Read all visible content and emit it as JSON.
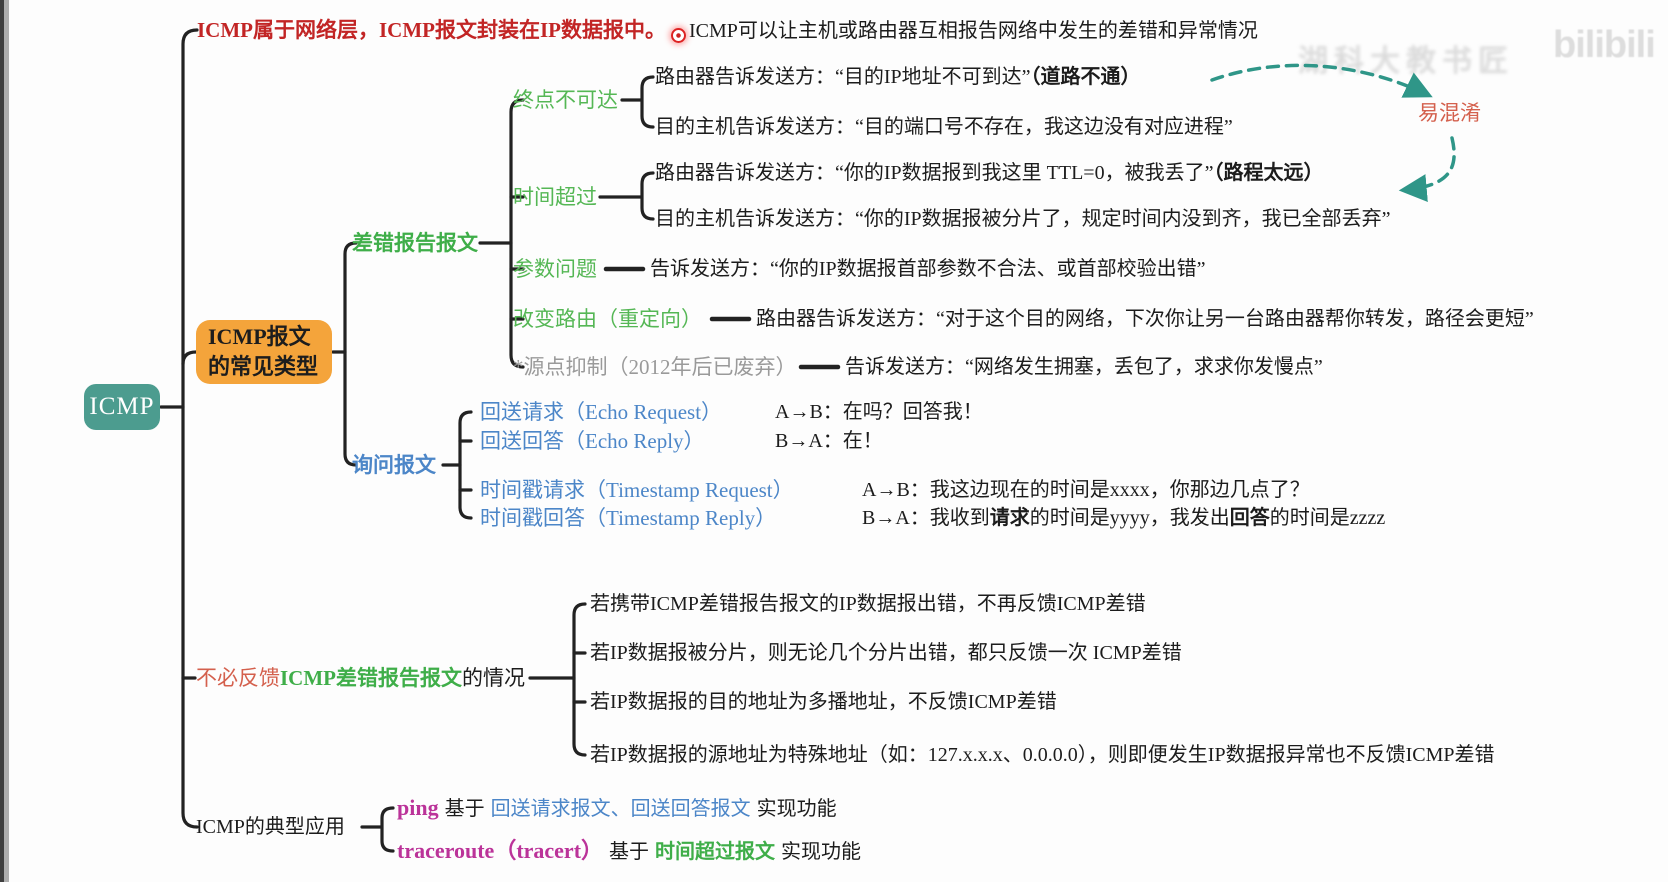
{
  "page": {
    "watermark_brand": "湖科大教书匠",
    "watermark_platform": "bilibili"
  },
  "root": {
    "label": "ICMP"
  },
  "intro": {
    "highlight": "ICMP属于网络层，ICMP报文封装在IP数据报中。",
    "note": "ICMP可以让主机或路由器互相报告网络中发生的差错和异常情况"
  },
  "types_box": {
    "line1": "ICMP报文",
    "line2": "的常见类型"
  },
  "error_branch": {
    "label": "差错报告报文",
    "confusion": "易混淆",
    "unreachable": {
      "label": "终点不可达",
      "router_text": "路由器告诉发送方：“目的IP地址不可到达”",
      "router_em": "（道路不通）",
      "host_text": "目的主机告诉发送方：“目的端口号不存在，我这边没有对应进程”"
    },
    "time_exceeded": {
      "label": "时间超过",
      "router_text": "路由器告诉发送方：“你的IP数据报到我这里 TTL=0，被我丢了”",
      "router_em": "（路程太远）",
      "host_text": "目的主机告诉发送方：“你的IP数据报被分片了，规定时间内没到齐，我已全部丢弃”"
    },
    "parameter": {
      "label": "参数问题",
      "desc": "告诉发送方：“你的IP数据报首部参数不合法、或首部校验出错”"
    },
    "redirect": {
      "label": "改变路由（重定向）",
      "desc": "路由器告诉发送方：“对于这个目的网络，下次你让另一台路由器帮你转发，路径会更短”"
    },
    "source_quench": {
      "label": "*源点抑制（2012年后已废弃）",
      "desc": "告诉发送方：“网络发生拥塞，丢包了，求求你发慢点”"
    }
  },
  "query_branch": {
    "label": "询问报文",
    "echo_request": {
      "label": "回送请求（Echo Request）",
      "dialog": "A→B：在吗？回答我！"
    },
    "echo_reply": {
      "label": "回送回答（Echo Reply）",
      "dialog": "B→A：在！"
    },
    "ts_request": {
      "label": "时间戳请求（Timestamp Request）",
      "dialog": "A→B：我这边现在的时间是xxxx，你那边几点了？"
    },
    "ts_reply": {
      "label": "时间戳回答（Timestamp Reply）",
      "d1": "B→A：我收到",
      "d2": "请求",
      "d3": "的时间是yyyy，我发出",
      "d4": "回答",
      "d5": "的时间是zzzz"
    }
  },
  "no_feedback_branch": {
    "label_prefix": "不必反馈",
    "label_highlight": "ICMP差错报告报文",
    "label_suffix": "的情况",
    "rules": [
      "若携带ICMP差错报告报文的IP数据报出错，不再反馈ICMP差错",
      "若IP数据报被分片，则无论几个分片出错，都只反馈一次 ICMP差错",
      "若IP数据报的目的地址为多播地址，不反馈ICMP差错",
      "若IP数据报的源地址为特殊地址（如：127.x.x.x、0.0.0.0），则即便发生IP数据报异常也不反馈ICMP差错"
    ]
  },
  "apps_branch": {
    "label": "ICMP的典型应用",
    "ping": {
      "name": "ping",
      "mid1": "基于",
      "highlight": "回送请求报文、回送回答报文",
      "mid2": "实现功能"
    },
    "traceroute": {
      "name": "traceroute（tracert）",
      "mid1": "基于",
      "highlight": "时间超过报文",
      "mid2": "实现功能"
    }
  },
  "colors": {
    "accent_red": "#c22525",
    "salmon": "#d4604d",
    "green_label": "#55b755",
    "green_bold": "#3fae49",
    "blue_label": "#4c86c8",
    "magenta": "#bb3399",
    "gray_deprecated": "#9a9a9a",
    "teal_node": "#4c9c8f",
    "orange_node": "#f4a43b",
    "arrow_teal": "#2f9688",
    "wire": "#222222"
  }
}
